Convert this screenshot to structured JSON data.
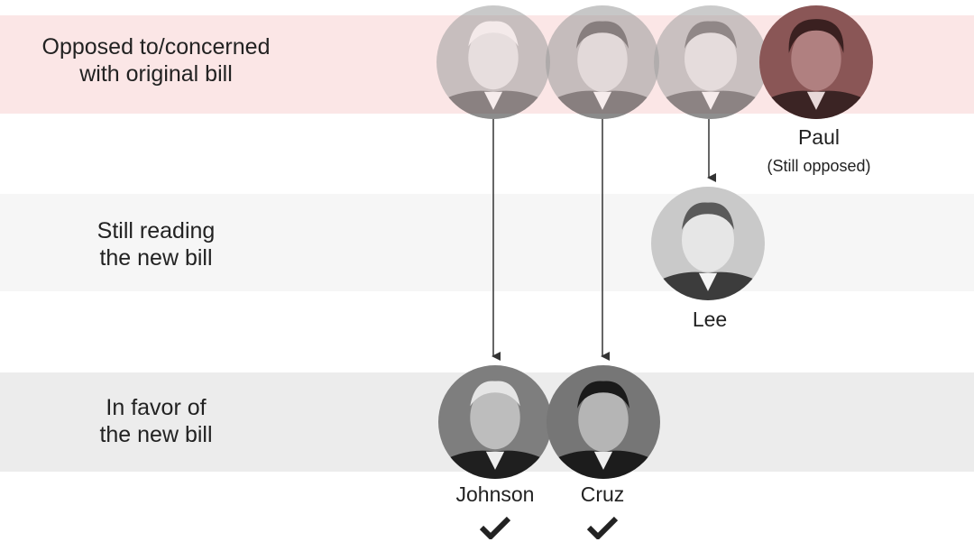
{
  "rows": {
    "opposed": {
      "line1": "Opposed to/concerned",
      "line2": "with original bill"
    },
    "reading": {
      "line1": "Still reading",
      "line2": "the new bill"
    },
    "favor": {
      "line1": "In favor of",
      "line2": "the new bill"
    }
  },
  "senators": {
    "paul": {
      "name": "Paul",
      "note": "(Still opposed)"
    },
    "lee": {
      "name": "Lee"
    },
    "johnson": {
      "name": "Johnson"
    },
    "cruz": {
      "name": "Cruz"
    }
  },
  "colors": {
    "opposed_band": "#fbe6e6",
    "reading_band": "#f6f6f6",
    "favor_band": "#ececec",
    "arrow": "#333333"
  }
}
